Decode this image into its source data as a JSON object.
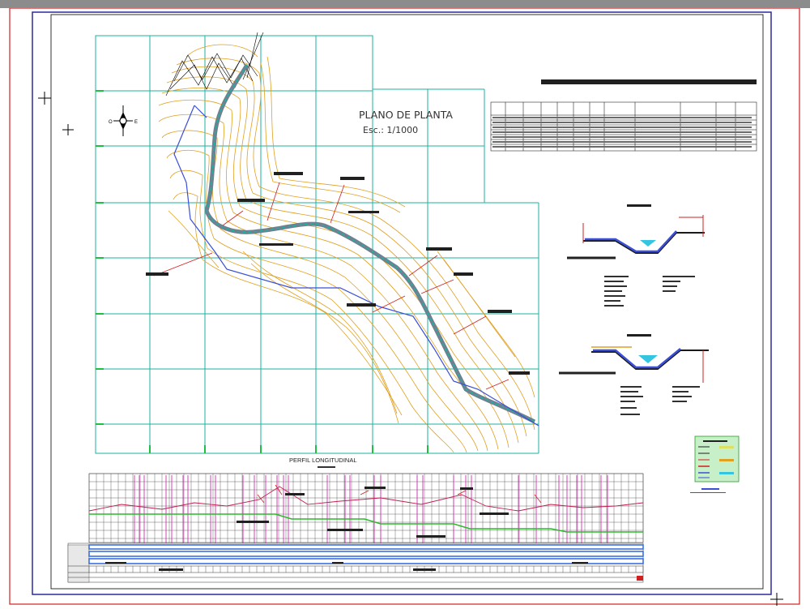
{
  "plan": {
    "title": "PLANO DE PLANTA",
    "scale": "Esc.:    1/1000"
  },
  "profile": {
    "title": "PERFIL LONGITUDINAL"
  },
  "compass": {
    "west": "O",
    "east": "E"
  },
  "colors": {
    "grid": "#1bb3a0",
    "contour": "#e0a020",
    "road": "#3b4fd6",
    "frame_red": "#d02020",
    "frame_blue": "#2a2aa0",
    "profile_line": "#c02050"
  }
}
